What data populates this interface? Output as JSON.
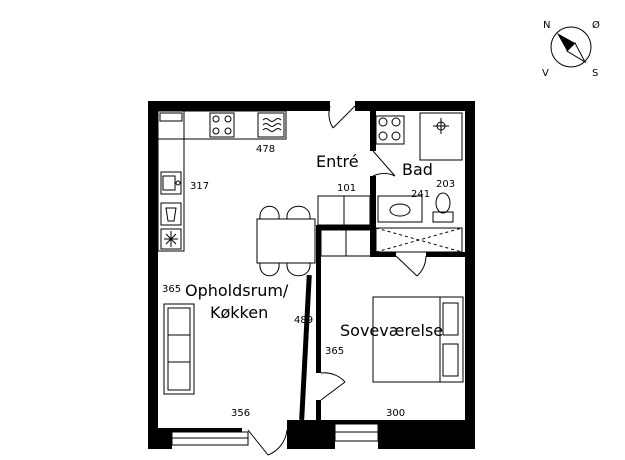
{
  "compass": {
    "n": "N",
    "e": "Ø",
    "s": "S",
    "w": "V"
  },
  "rooms": {
    "living": {
      "line1": "Opholdsrum/",
      "line2": "Køkken"
    },
    "entry": "Entré",
    "bath": "Bad",
    "bedroom": "Soveværelse"
  },
  "dimensions": {
    "kitchen_width": "478",
    "kitchen_depth": "317",
    "entry_width": "101",
    "bath_width": "241",
    "bath_depth": "203",
    "living_depth": "365",
    "partition_length": "489",
    "bedroom_depth": "365",
    "living_width": "356",
    "bedroom_width": "300"
  },
  "colors": {
    "wall": "#000000",
    "fixture": "#555555",
    "background": "#ffffff"
  }
}
